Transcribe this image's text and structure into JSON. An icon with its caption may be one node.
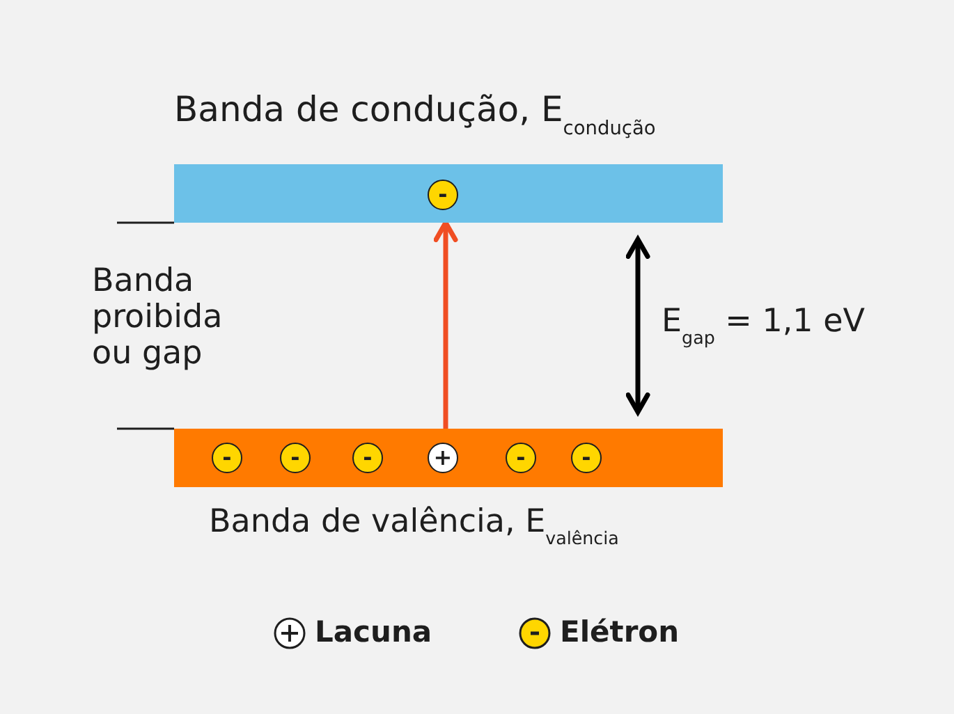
{
  "diagram": {
    "nodes": [
      {
        "text": [],
        "shape": "bar"
      },
      {
        "text": [
          "-"
        ],
        "in": 0
      },
      {
        "text": [],
        "shape": "bar"
      },
      {
        "text": [
          "-"
        ],
        "in": 2
      },
      {
        "text": [
          "-"
        ],
        "in": 2
      },
      {
        "text": [
          "-"
        ],
        "in": 2
      },
      {
        "text": [
          "+"
        ],
        "in": 2
      },
      {
        "text": [
          "-"
        ],
        "in": 2
      },
      {
        "text": [
          "-"
        ],
        "in": 2
      }
    ],
    "edges": [
      {
        "from": 2,
        "to": 0,
        "arrow": "to",
        "color": "#f04e23"
      },
      {
        "from": 0,
        "to": 2,
        "arrow": "both",
        "color": "#000000"
      }
    ],
    "labels": [
      "Banda de condução, E$_{condução}$",
      "Banda proibida ou gap",
      "E$_{gap}$ = 1,1 eV",
      "Banda de valência, E$_{valência}$"
    ],
    "legend": [
      {
        "text": "Lacuna"
      },
      {
        "text": "Elétron",
        "color": "#ffd600"
      }
    ]
  }
}
